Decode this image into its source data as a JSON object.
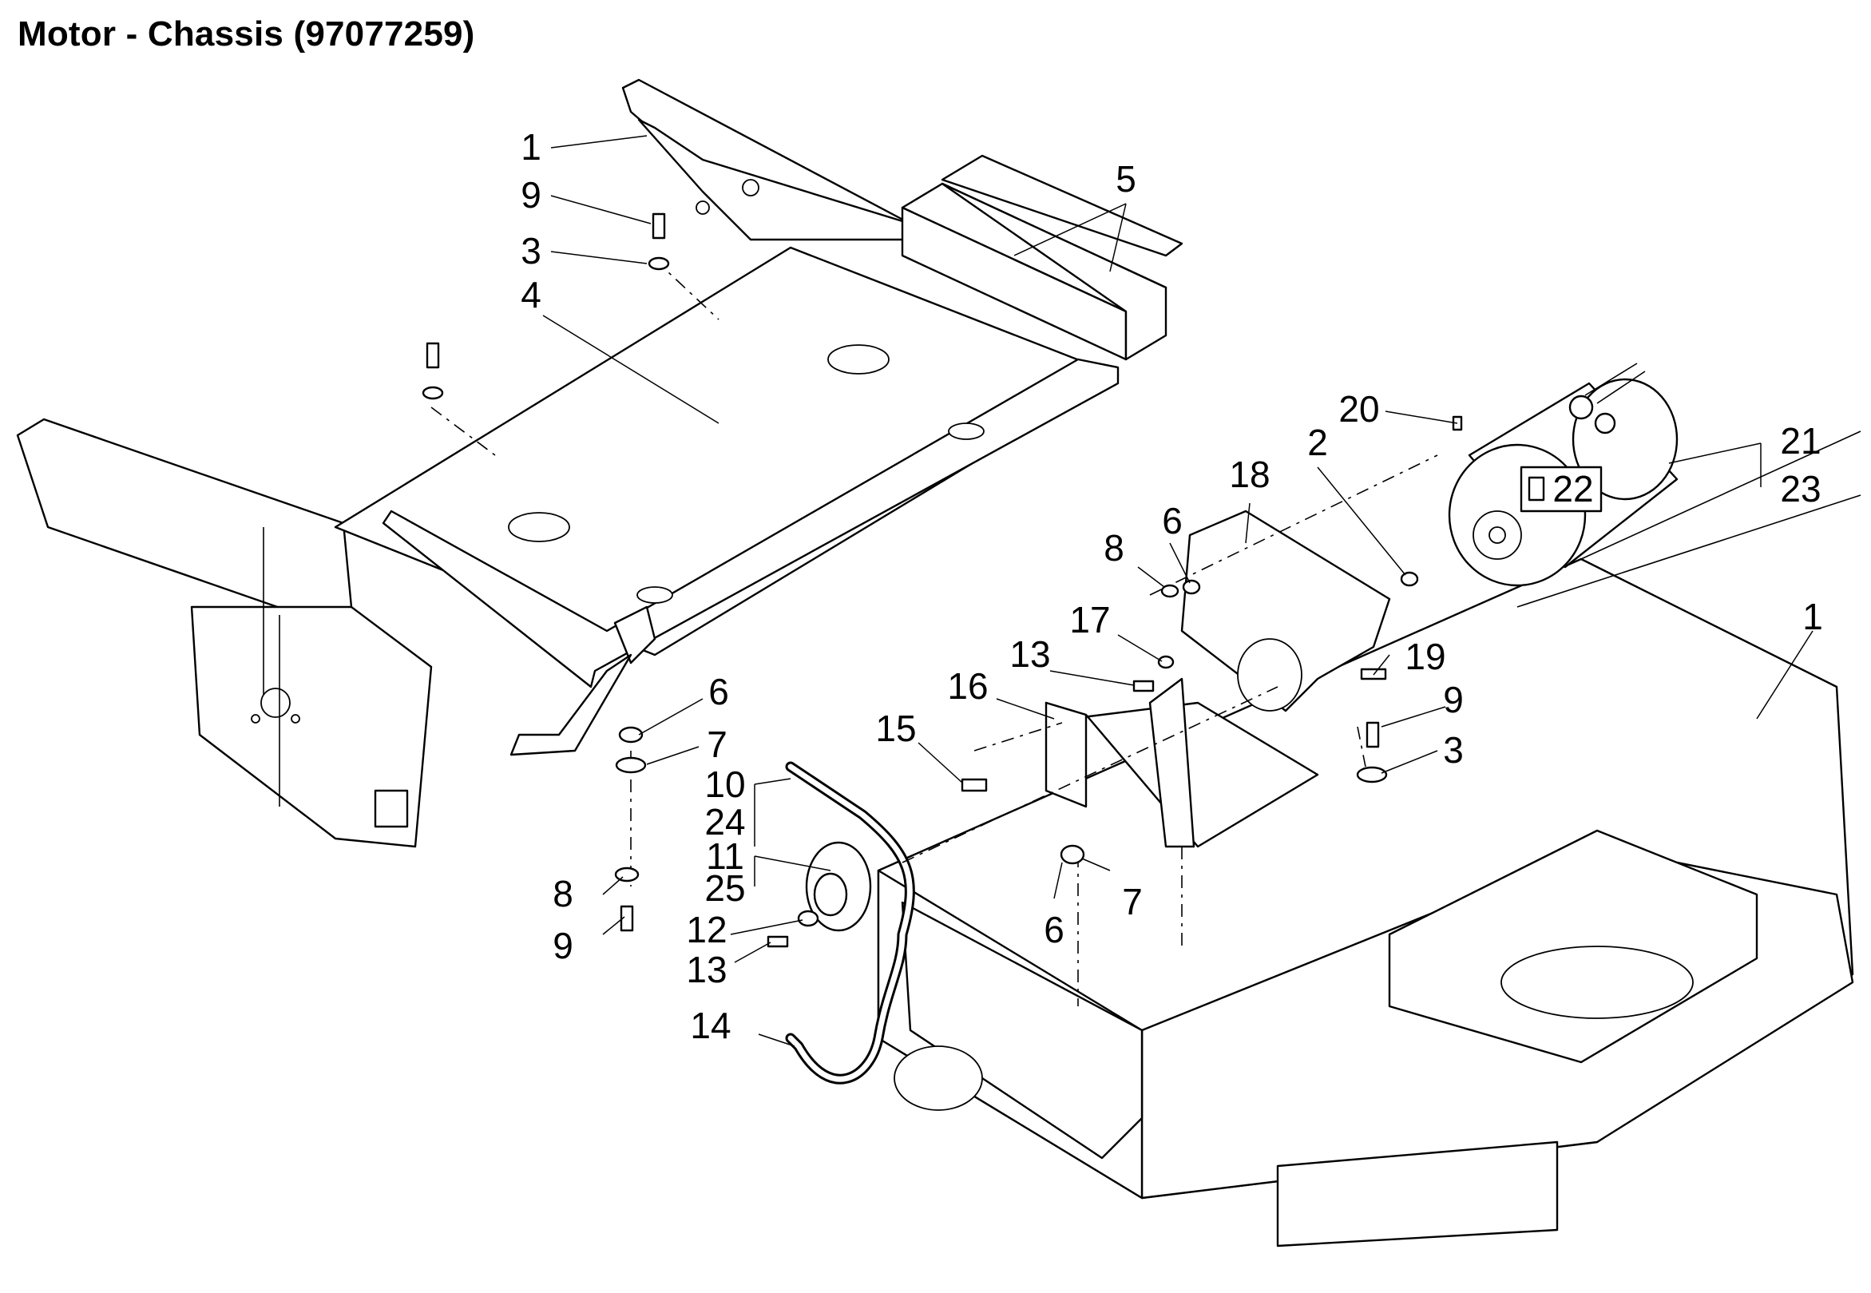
{
  "title": "Motor - Chassis (97077259)",
  "callouts": [
    "1",
    "9",
    "3",
    "4",
    "5",
    "20",
    "21",
    "23",
    "22",
    "2",
    "18",
    "6",
    "8",
    "17",
    "13",
    "19",
    "16",
    "15",
    "9",
    "3",
    "1",
    "6",
    "7",
    "10",
    "24",
    "11",
    "25",
    "12",
    "13",
    "8",
    "9",
    "14",
    "7",
    "6"
  ]
}
